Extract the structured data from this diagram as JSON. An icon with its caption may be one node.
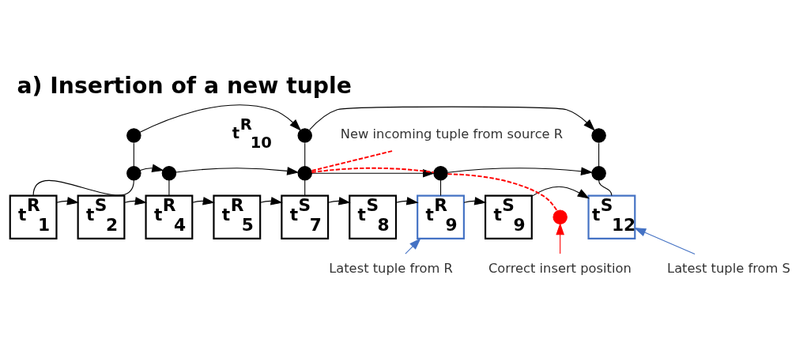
{
  "diagram": {
    "title": "a) Insertion of a new tuple",
    "nodes": [
      {
        "text": [
          "New incoming tuple from source R"
        ]
      },
      {
        "text": [
          "t$^{R}$$_{1}$"
        ]
      },
      {
        "text": [
          "t$^{S}$$_{2}$"
        ]
      },
      {
        "text": [
          "t$^{R}$$_{4}$"
        ]
      },
      {
        "text": [
          "t$^{R}$$_{5}$"
        ]
      },
      {
        "text": [
          "t$^{S}$$_{7}$"
        ]
      },
      {
        "text": [
          "t$^{S}$$_{8}$"
        ]
      },
      {
        "text": [
          "t$^{R}$$_{9}$"
        ]
      },
      {
        "text": [
          "t$^{S}$$_{9}$"
        ]
      },
      {
        "text": [
          "t$^{S}$$_{12}$"
        ]
      },
      {
        "text": [],
        "shape": "circle"
      },
      {
        "text": [],
        "shape": "circle"
      },
      {
        "text": [],
        "shape": "circle"
      },
      {
        "text": [],
        "shape": "circle"
      },
      {
        "text": [],
        "shape": "circle"
      },
      {
        "text": [],
        "shape": "circle"
      },
      {
        "text": [],
        "shape": "circle"
      },
      {
        "text": [],
        "shape": "circle"
      },
      {
        "text": [],
        "shape": "circle"
      },
      {
        "text": [
          "Latest tuple from R"
        ]
      },
      {
        "text": [
          "Correct insert position"
        ]
      },
      {
        "text": [
          "Latest tuple from S"
        ]
      }
    ],
    "edges": [
      {
        "from": 1,
        "to": 2,
        "arrow": "to"
      },
      {
        "from": 2,
        "to": 3,
        "arrow": "to"
      },
      {
        "from": 3,
        "to": 4,
        "arrow": "to"
      },
      {
        "from": 4,
        "to": 5,
        "arrow": "to"
      },
      {
        "from": 5,
        "to": 6,
        "arrow": "to"
      },
      {
        "from": 6,
        "to": 7,
        "arrow": "to"
      },
      {
        "from": 7,
        "to": 8,
        "arrow": "to"
      },
      {
        "from": 8,
        "to": 9,
        "arrow": "to"
      },
      {
        "from": 15,
        "to": 10,
        "arrow": "none"
      },
      {
        "from": 10,
        "to": 1,
        "arrow": "none"
      },
      {
        "from": 11,
        "to": 3,
        "arrow": "none"
      },
      {
        "from": 16,
        "to": 12,
        "arrow": "none"
      },
      {
        "from": 12,
        "to": 5,
        "arrow": "none"
      },
      {
        "from": 13,
        "to": 7,
        "arrow": "none"
      },
      {
        "from": 17,
        "to": 14,
        "arrow": "none"
      },
      {
        "from": 14,
        "to": 9,
        "arrow": "none"
      },
      {
        "from": 10,
        "to": 11,
        "arrow": "to"
      },
      {
        "from": 11,
        "to": 12,
        "arrow": "to"
      },
      {
        "from": 12,
        "to": 13,
        "arrow": "to"
      },
      {
        "from": 13,
        "to": 14,
        "arrow": "to"
      },
      {
        "from": 15,
        "to": 16,
        "arrow": "to"
      },
      {
        "from": 16,
        "to": 17,
        "arrow": "to"
      },
      {
        "from": 0,
        "to": 12,
        "arrow": "none",
        "style": "dashed",
        "color": "#ff0000"
      },
      {
        "from": 12,
        "to": 13,
        "arrow": "none",
        "style": "dashed",
        "color": "#ff0000"
      },
      {
        "from": 13,
        "to": 18,
        "arrow": "none",
        "style": "dashed",
        "color": "#ff0000"
      },
      {
        "from": 19,
        "to": 7,
        "arrow": "to",
        "color": "#4472c4"
      },
      {
        "from": 20,
        "to": 18,
        "arrow": "to",
        "color": "#ff0000"
      },
      {
        "from": 21,
        "to": 9,
        "arrow": "to",
        "color": "#4472c4"
      }
    ],
    "labels": [
      "t$^{R}$$_{10}$"
    ]
  }
}
